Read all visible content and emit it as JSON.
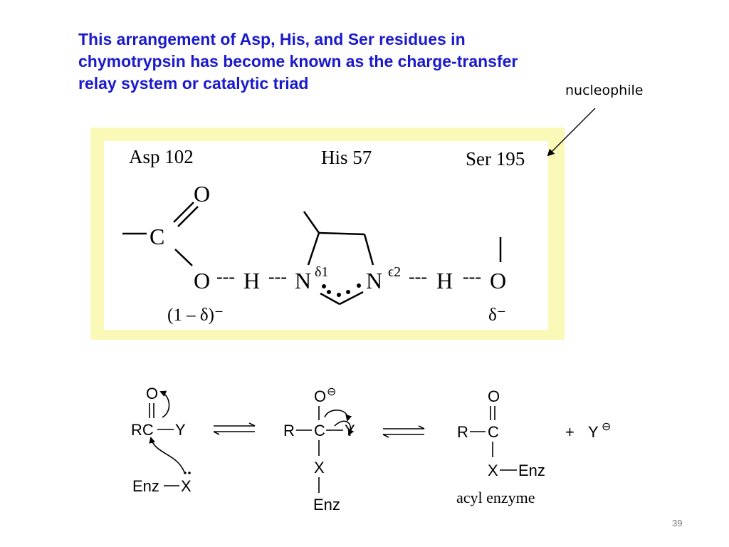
{
  "slide": {
    "title_lines": [
      "This arrangement of Asp, His, and Ser residues in",
      "chymotrypsin has become known as the charge-transfer",
      "relay system or catalytic triad"
    ],
    "nucleophile_label": "nucleophile",
    "slide_number": "39",
    "colors": {
      "title": "#1a1acc",
      "panel_border": "#fbf9b8",
      "ink": "#000000"
    }
  },
  "triad": {
    "residue_asp": "Asp 102",
    "residue_his": "His 57",
    "residue_ser": "Ser 195",
    "atom_o_carbonyl": "O",
    "atom_c": "C",
    "atom_o_asp": "O",
    "atom_h1": "H",
    "atom_n1": "N",
    "atom_n1_sup": "δ1",
    "atom_n2": "N",
    "atom_n2_sup": "ϵ2",
    "atom_h2": "H",
    "atom_o_ser": "O",
    "hbond": "---",
    "charge_left": "(1 – δ)⁻",
    "charge_right": "δ⁻"
  },
  "mechanism": {
    "s1_o": "O",
    "s1_rc": "RC",
    "s1_y": "Y",
    "s1_enz": "Enz",
    "s1_x": "X",
    "equilibrium_arrow": "⇄",
    "s2_o": "O",
    "s2_minus": "⊖",
    "s2_r": "R",
    "s2_c": "C",
    "s2_y": "Y",
    "s2_x": "X",
    "s2_enz": "Enz",
    "s3_o": "O",
    "s3_r": "R",
    "s3_c": "C",
    "s3_x": "X",
    "s3_enz": "Enz",
    "s3_caption": "acyl enzyme",
    "plus": "+",
    "y_ion": "Y",
    "y_ion_charge": "⊖"
  }
}
